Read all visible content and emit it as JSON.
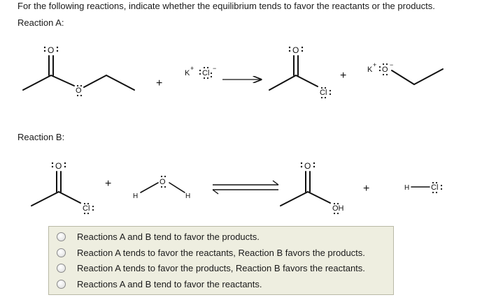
{
  "question": {
    "prompt": "For the following reactions, indicate whether the equilibrium tends to favor the reactants or the products.",
    "reaction_a_label": "Reaction A:",
    "reaction_b_label": "Reaction B:"
  },
  "scheme": {
    "plus": "+",
    "potassium": "K",
    "cation_charge": "+",
    "anion_charge": "−",
    "oxygen": "O",
    "chlorine": "Cl",
    "hydrogen": "H",
    "hydroxide": "OH"
  },
  "options": [
    {
      "label": "Reactions A and B tend to favor the products."
    },
    {
      "label": "Reaction A tends to favor the reactants, Reaction B favors the products."
    },
    {
      "label": "Reaction A tends to favor the products, Reaction B favors the reactants."
    },
    {
      "label": "Reactions A and B tend to favor the reactants."
    }
  ]
}
